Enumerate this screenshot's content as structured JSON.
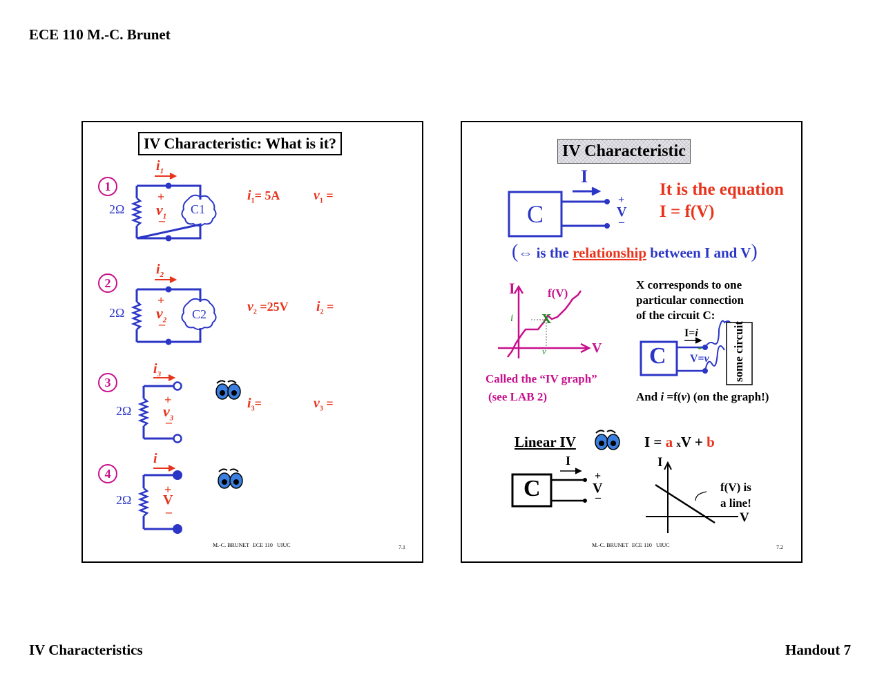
{
  "page": {
    "header": "ECE 110 M.-C. Brunet",
    "footer_left": "IV Characteristics",
    "footer_right": "Handout 7"
  },
  "slide1": {
    "title": "IV Characteristic:  What is it?",
    "footer_author": "M.-C. BRUNET",
    "footer_course": "ECE 110",
    "footer_school": "UIUC",
    "page_number": "7.1",
    "resistor": "2Ω",
    "circuits": [
      {
        "number": "1",
        "current": "i",
        "current_sub": "1",
        "voltage": "v",
        "voltage_sub": "1",
        "element": "C1",
        "eq_i": "= 5A",
        "eq_v": "=",
        "eq_i_sub": "1",
        "eq_v_sub": "1"
      },
      {
        "number": "2",
        "current": "i",
        "current_sub": "2",
        "voltage": "v",
        "voltage_sub": "2",
        "element": "C2",
        "eq_v": "=25V",
        "eq_i": "=",
        "eq_v_sub": "2",
        "eq_i_sub": "2"
      },
      {
        "number": "3",
        "current": "i",
        "current_sub": "3",
        "voltage": "v",
        "voltage_sub": "3",
        "eq_i": "=",
        "eq_v": "=",
        "eq_i_sub": "3",
        "eq_v_sub": "3"
      },
      {
        "number": "4",
        "current": "i",
        "voltage": "V"
      }
    ],
    "plus": "+",
    "minus": "–"
  },
  "slide2": {
    "title": "IV Characteristic",
    "box_label": "C",
    "current_label": "I",
    "voltage_label": "V",
    "plus": "+",
    "minus": "–",
    "equation_line1": "It is the equation",
    "equation_line2": "I = f(V)",
    "relationship_pre": "is the",
    "relationship_link": "relationship",
    "relationship_post": "between I and V",
    "relationship_arrow": "⇔",
    "paren_open": "(",
    "paren_close": ")",
    "graph_i": "I",
    "graph_v": "V",
    "graph_f": "f(V)",
    "graph_small_i": "i",
    "graph_small_v": "v",
    "graph_x": "X",
    "graph_caption1": "Called the “IV graph”",
    "graph_caption2": "(see LAB 2)",
    "x_note1": "X corresponds to one",
    "x_note2": "particular connection",
    "x_note3": "of the circuit C:",
    "conn_i_pre": "I=",
    "conn_i": "i",
    "conn_v_pre": "V=",
    "conn_v": "v",
    "some_circuit": "some circuit",
    "and_note_pre": "And",
    "and_note_i": "i",
    "and_note_mid": "=f(",
    "and_note_v": "v",
    "and_note_post": ") (on the graph!)",
    "linear_title": "Linear IV",
    "lin_eq_pre": "I =",
    "lin_eq_a": "a",
    "lin_eq_x": "x",
    "lin_eq_mid": "V +",
    "lin_eq_b": "b",
    "lin_graph_i": "I",
    "lin_graph_v": "V",
    "lin_note1": "f(V) is",
    "lin_note2": "a line!",
    "footer_author": "M.-C. BRUNET",
    "footer_course": "ECE 110",
    "footer_school": "UIUC",
    "page_number": "7.2"
  },
  "colors": {
    "red": "#e8341c",
    "blue": "#2b36c6",
    "magenta": "#c8108c",
    "green": "#1d8a1d"
  }
}
